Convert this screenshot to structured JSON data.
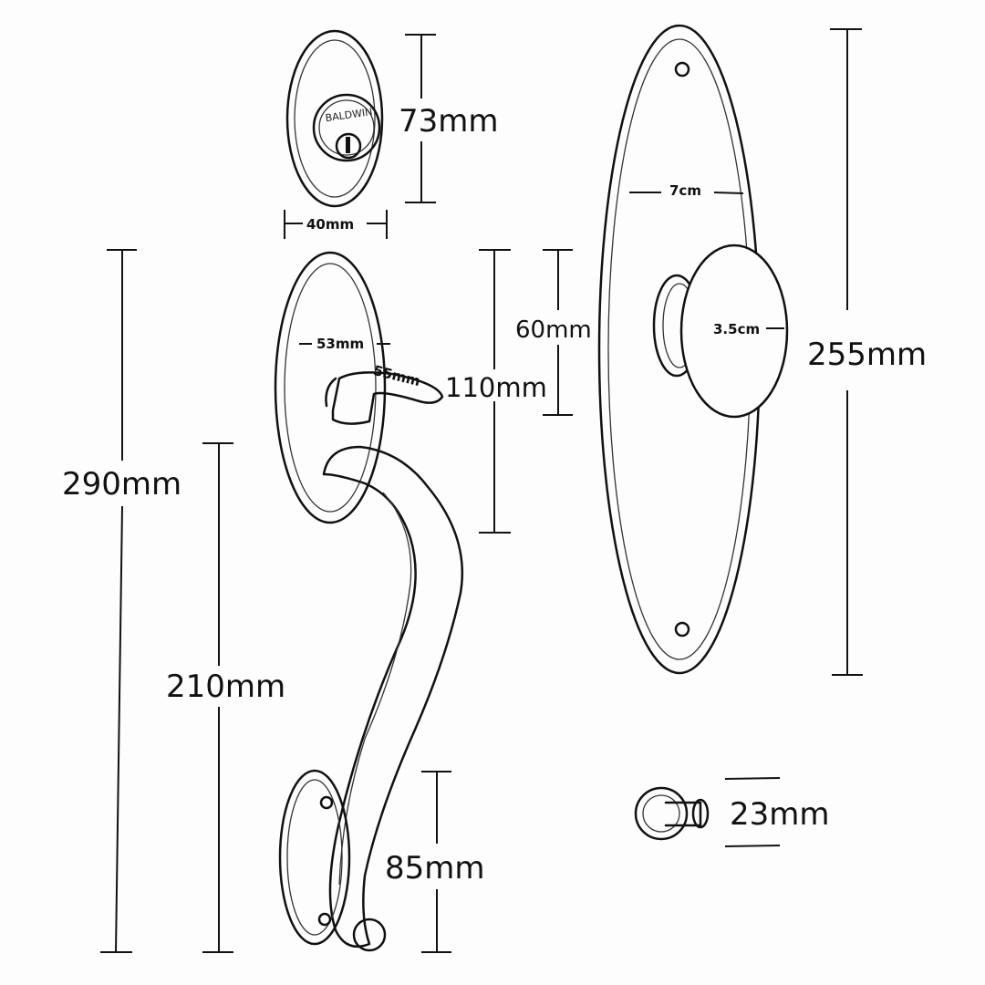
{
  "brand_logo": "BALDWIN",
  "dimensions": {
    "deadbolt_height": "73mm",
    "deadbolt_width": "40mm",
    "plate_width": "53mm",
    "lever_length": "55mm",
    "upper_plate_height": "110mm",
    "lever_height": "60mm",
    "overall_height": "290mm",
    "handle_height": "210mm",
    "lower_plate_height": "85mm",
    "knob_plate_width": "7cm",
    "knob_diameter": "3.5cm",
    "knob_plate_height": "255mm",
    "stop_length": "23mm"
  }
}
